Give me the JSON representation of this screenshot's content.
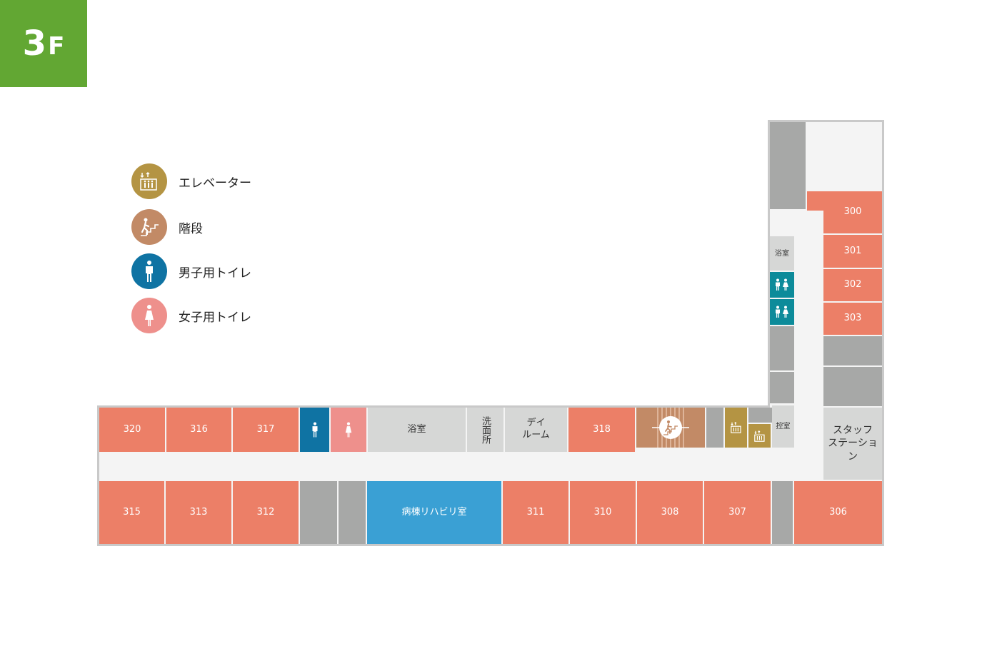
{
  "floor": {
    "number": "3",
    "suffix": "F"
  },
  "legend": [
    {
      "icon": "elevator-icon",
      "label": "エレベーター",
      "color": "#b49443"
    },
    {
      "icon": "stairs-icon",
      "label": "階段",
      "color": "#c28a66"
    },
    {
      "icon": "male-toilet-icon",
      "label": "男子用トイレ",
      "color": "#0f73a3"
    },
    {
      "icon": "female-toilet-icon",
      "label": "女子用トイレ",
      "color": "#ee908c"
    }
  ],
  "rooms": {
    "r300": "300",
    "r301": "301",
    "r302": "302",
    "r303": "303",
    "r306": "306",
    "r307": "307",
    "r308": "308",
    "r310": "310",
    "r311": "311",
    "r312": "312",
    "r313": "313",
    "r315": "315",
    "r316": "316",
    "r317": "317",
    "r318": "318",
    "r320": "320",
    "bath_top": "浴室",
    "bath_main": "浴室",
    "washroom": "洗面所",
    "dayroom_line1": "デイ",
    "dayroom_line2": "ルーム",
    "waiting": "控室",
    "staff_line1": "スタッフ",
    "staff_line2": "ステーション",
    "rehab": "病棟リハビリ室"
  },
  "colors": {
    "room": "#ec7f67",
    "storage": "#a7a8a7",
    "facility": "#d6d7d6",
    "rehab": "#3aa0d4",
    "accent": "#62a733"
  }
}
